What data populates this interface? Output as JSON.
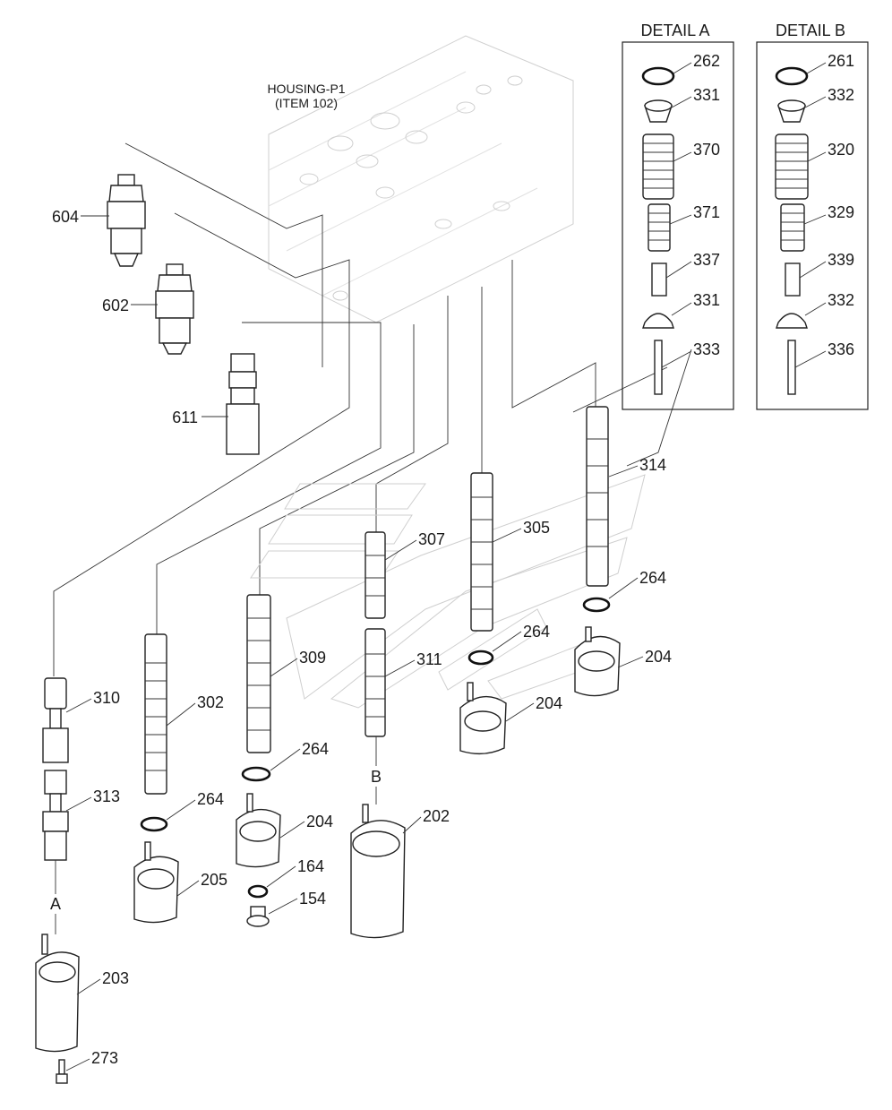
{
  "housing": {
    "line1": "HOUSING-P1",
    "line2": "(ITEM 102)"
  },
  "details": [
    {
      "title": "DETAIL A",
      "parts": [
        "262",
        "331",
        "370",
        "371",
        "337",
        "331",
        "333"
      ]
    },
    {
      "title": "DETAIL B",
      "parts": [
        "261",
        "332",
        "320",
        "329",
        "339",
        "332",
        "336"
      ]
    }
  ],
  "section_markers": [
    "A",
    "B"
  ],
  "callouts": [
    "604",
    "602",
    "611",
    "314",
    "307",
    "305",
    "264",
    "264",
    "204",
    "309",
    "311",
    "204",
    "310",
    "302",
    "264",
    "264",
    "204",
    "202",
    "313",
    "205",
    "164",
    "154",
    "203",
    "273"
  ]
}
